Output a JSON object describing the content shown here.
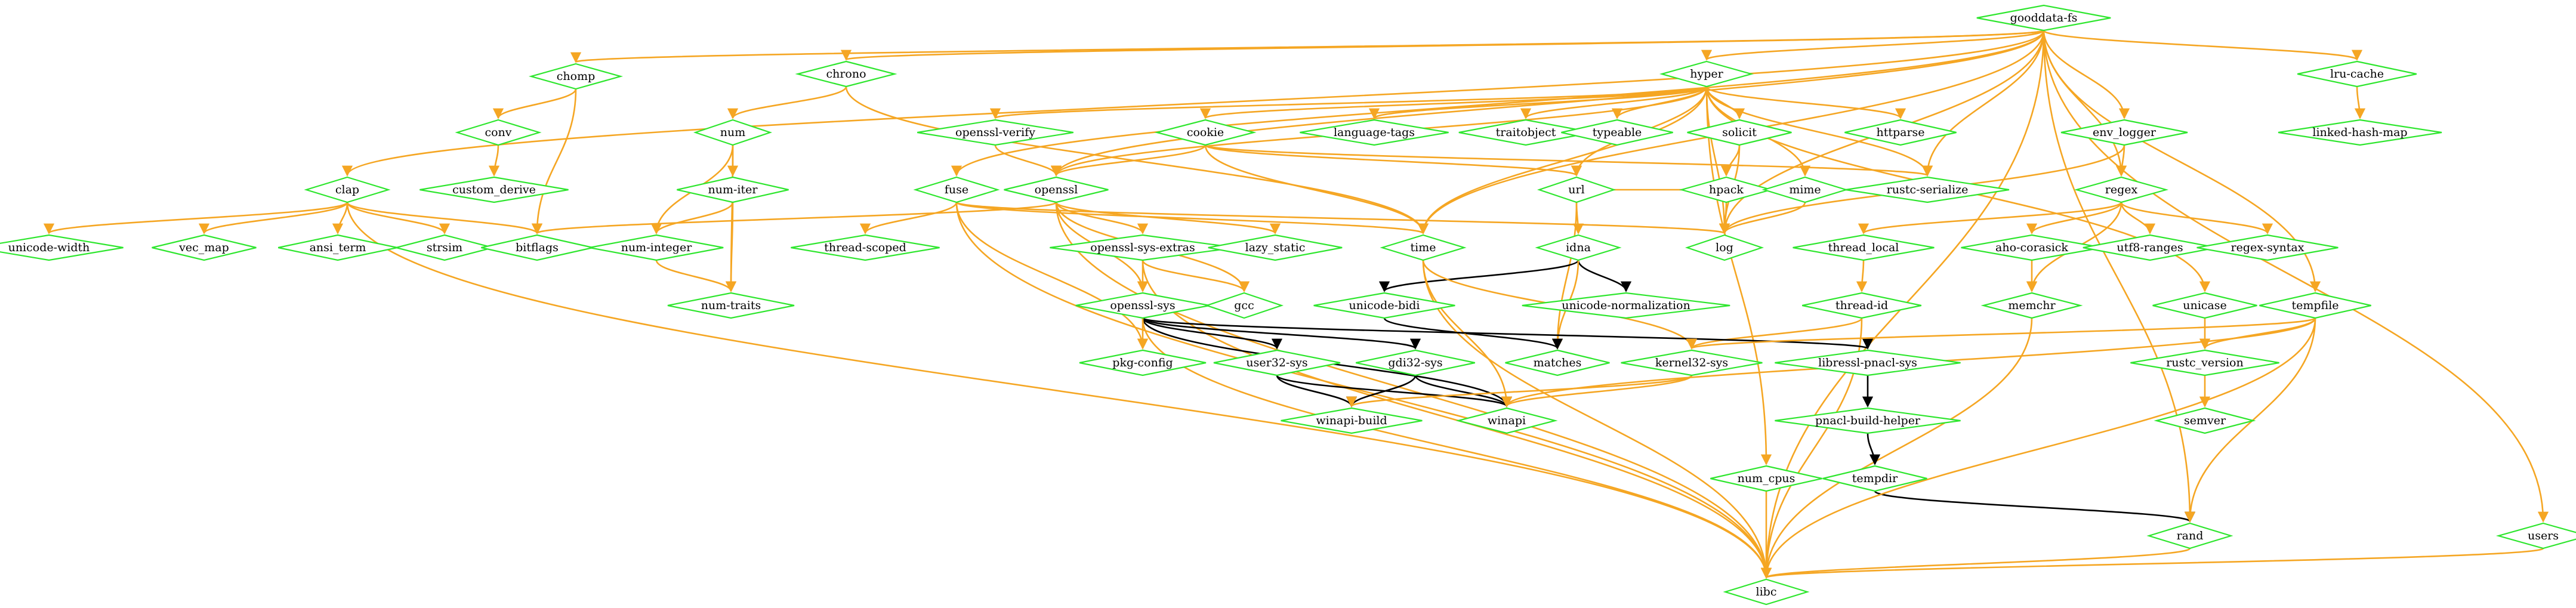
{
  "colors": {
    "node_stroke": "#2ee62e",
    "edge_orange": "#f5a623",
    "edge_black": "#000000"
  },
  "nodes": [
    {
      "id": "gooddata-fs",
      "label": "gooddata-fs"
    },
    {
      "id": "chomp",
      "label": "chomp"
    },
    {
      "id": "chrono",
      "label": "chrono"
    },
    {
      "id": "hyper",
      "label": "hyper"
    },
    {
      "id": "lru-cache",
      "label": "lru-cache"
    },
    {
      "id": "conv",
      "label": "conv"
    },
    {
      "id": "num",
      "label": "num"
    },
    {
      "id": "openssl-verify",
      "label": "openssl-verify"
    },
    {
      "id": "cookie",
      "label": "cookie"
    },
    {
      "id": "language-tags",
      "label": "language-tags"
    },
    {
      "id": "traitobject",
      "label": "traitobject"
    },
    {
      "id": "typeable",
      "label": "typeable"
    },
    {
      "id": "solicit",
      "label": "solicit"
    },
    {
      "id": "httparse",
      "label": "httparse"
    },
    {
      "id": "env_logger",
      "label": "env_logger"
    },
    {
      "id": "linked-hash-map",
      "label": "linked-hash-map"
    },
    {
      "id": "custom_derive",
      "label": "custom_derive"
    },
    {
      "id": "num-iter",
      "label": "num-iter"
    },
    {
      "id": "clap",
      "label": "clap"
    },
    {
      "id": "fuse",
      "label": "fuse"
    },
    {
      "id": "openssl",
      "label": "openssl"
    },
    {
      "id": "url",
      "label": "url"
    },
    {
      "id": "hpack",
      "label": "hpack"
    },
    {
      "id": "mime",
      "label": "mime"
    },
    {
      "id": "rustc-serialize",
      "label": "rustc-serialize"
    },
    {
      "id": "regex",
      "label": "regex"
    },
    {
      "id": "unicode-width",
      "label": "unicode-width"
    },
    {
      "id": "vec_map",
      "label": "vec_map"
    },
    {
      "id": "ansi_term",
      "label": "ansi_term"
    },
    {
      "id": "strsim",
      "label": "strsim"
    },
    {
      "id": "bitflags",
      "label": "bitflags"
    },
    {
      "id": "num-integer",
      "label": "num-integer"
    },
    {
      "id": "thread-scoped",
      "label": "thread-scoped"
    },
    {
      "id": "openssl-sys-extras",
      "label": "openssl-sys-extras"
    },
    {
      "id": "lazy_static",
      "label": "lazy_static"
    },
    {
      "id": "time",
      "label": "time"
    },
    {
      "id": "idna",
      "label": "idna"
    },
    {
      "id": "log",
      "label": "log"
    },
    {
      "id": "thread_local",
      "label": "thread_local"
    },
    {
      "id": "aho-corasick",
      "label": "aho-corasick"
    },
    {
      "id": "utf8-ranges",
      "label": "utf8-ranges"
    },
    {
      "id": "regex-syntax",
      "label": "regex-syntax"
    },
    {
      "id": "num-traits",
      "label": "num-traits"
    },
    {
      "id": "openssl-sys",
      "label": "openssl-sys"
    },
    {
      "id": "gcc",
      "label": "gcc"
    },
    {
      "id": "unicode-bidi",
      "label": "unicode-bidi"
    },
    {
      "id": "unicode-normalization",
      "label": "unicode-normalization"
    },
    {
      "id": "thread-id",
      "label": "thread-id"
    },
    {
      "id": "memchr",
      "label": "memchr"
    },
    {
      "id": "unicase",
      "label": "unicase"
    },
    {
      "id": "tempfile",
      "label": "tempfile"
    },
    {
      "id": "pkg-config",
      "label": "pkg-config"
    },
    {
      "id": "user32-sys",
      "label": "user32-sys"
    },
    {
      "id": "gdi32-sys",
      "label": "gdi32-sys"
    },
    {
      "id": "matches",
      "label": "matches"
    },
    {
      "id": "kernel32-sys",
      "label": "kernel32-sys"
    },
    {
      "id": "libressl-pnacl-sys",
      "label": "libressl-pnacl-sys"
    },
    {
      "id": "rustc_version",
      "label": "rustc_version"
    },
    {
      "id": "winapi-build",
      "label": "winapi-build"
    },
    {
      "id": "winapi",
      "label": "winapi"
    },
    {
      "id": "pnacl-build-helper",
      "label": "pnacl-build-helper"
    },
    {
      "id": "semver",
      "label": "semver"
    },
    {
      "id": "num_cpus",
      "label": "num_cpus"
    },
    {
      "id": "tempdir",
      "label": "tempdir"
    },
    {
      "id": "rand",
      "label": "rand"
    },
    {
      "id": "users",
      "label": "users"
    },
    {
      "id": "libc",
      "label": "libc"
    }
  ],
  "edges": [
    {
      "from": "gooddata-fs",
      "to": "chomp",
      "color": "orange"
    },
    {
      "from": "gooddata-fs",
      "to": "chrono",
      "color": "orange"
    },
    {
      "from": "gooddata-fs",
      "to": "hyper",
      "color": "orange"
    },
    {
      "from": "gooddata-fs",
      "to": "lru-cache",
      "color": "orange"
    },
    {
      "from": "gooddata-fs",
      "to": "clap",
      "color": "orange"
    },
    {
      "from": "gooddata-fs",
      "to": "fuse",
      "color": "orange"
    },
    {
      "from": "gooddata-fs",
      "to": "env_logger",
      "color": "orange"
    },
    {
      "from": "gooddata-fs",
      "to": "regex",
      "color": "orange"
    },
    {
      "from": "gooddata-fs",
      "to": "rustc-serialize",
      "color": "orange"
    },
    {
      "from": "gooddata-fs",
      "to": "log",
      "color": "orange"
    },
    {
      "from": "gooddata-fs",
      "to": "tempfile",
      "color": "orange"
    },
    {
      "from": "gooddata-fs",
      "to": "rand",
      "color": "orange"
    },
    {
      "from": "gooddata-fs",
      "to": "users",
      "color": "orange"
    },
    {
      "from": "gooddata-fs",
      "to": "libc",
      "color": "orange"
    },
    {
      "from": "gooddata-fs",
      "to": "openssl",
      "color": "orange"
    },
    {
      "from": "gooddata-fs",
      "to": "time",
      "color": "orange"
    },
    {
      "from": "chomp",
      "to": "conv",
      "color": "orange"
    },
    {
      "from": "chomp",
      "to": "bitflags",
      "color": "orange"
    },
    {
      "from": "conv",
      "to": "custom_derive",
      "color": "orange"
    },
    {
      "from": "chrono",
      "to": "num",
      "color": "orange"
    },
    {
      "from": "chrono",
      "to": "time",
      "color": "orange"
    },
    {
      "from": "num",
      "to": "num-iter",
      "color": "orange"
    },
    {
      "from": "num",
      "to": "num-integer",
      "color": "orange"
    },
    {
      "from": "num",
      "to": "num-traits",
      "color": "orange"
    },
    {
      "from": "num-iter",
      "to": "num-integer",
      "color": "orange"
    },
    {
      "from": "num-iter",
      "to": "num-traits",
      "color": "orange"
    },
    {
      "from": "num-integer",
      "to": "num-traits",
      "color": "orange"
    },
    {
      "from": "hyper",
      "to": "openssl-verify",
      "color": "orange"
    },
    {
      "from": "hyper",
      "to": "cookie",
      "color": "orange"
    },
    {
      "from": "hyper",
      "to": "language-tags",
      "color": "orange"
    },
    {
      "from": "hyper",
      "to": "traitobject",
      "color": "orange"
    },
    {
      "from": "hyper",
      "to": "typeable",
      "color": "orange"
    },
    {
      "from": "hyper",
      "to": "solicit",
      "color": "orange"
    },
    {
      "from": "hyper",
      "to": "httparse",
      "color": "orange"
    },
    {
      "from": "hyper",
      "to": "url",
      "color": "orange"
    },
    {
      "from": "hyper",
      "to": "mime",
      "color": "orange"
    },
    {
      "from": "hyper",
      "to": "rustc-serialize",
      "color": "orange"
    },
    {
      "from": "hyper",
      "to": "log",
      "color": "orange"
    },
    {
      "from": "hyper",
      "to": "time",
      "color": "orange"
    },
    {
      "from": "hyper",
      "to": "openssl",
      "color": "orange"
    },
    {
      "from": "hyper",
      "to": "num_cpus",
      "color": "orange"
    },
    {
      "from": "hyper",
      "to": "unicase",
      "color": "orange"
    },
    {
      "from": "lru-cache",
      "to": "linked-hash-map",
      "color": "orange"
    },
    {
      "from": "openssl-verify",
      "to": "openssl",
      "color": "orange"
    },
    {
      "from": "cookie",
      "to": "openssl",
      "color": "orange"
    },
    {
      "from": "cookie",
      "to": "url",
      "color": "orange"
    },
    {
      "from": "cookie",
      "to": "time",
      "color": "orange"
    },
    {
      "from": "cookie",
      "to": "rustc-serialize",
      "color": "orange"
    },
    {
      "from": "solicit",
      "to": "hpack",
      "color": "orange"
    },
    {
      "from": "solicit",
      "to": "log",
      "color": "orange"
    },
    {
      "from": "hpack",
      "to": "log",
      "color": "orange"
    },
    {
      "from": "mime",
      "to": "log",
      "color": "orange"
    },
    {
      "from": "env_logger",
      "to": "regex",
      "color": "orange"
    },
    {
      "from": "env_logger",
      "to": "log",
      "color": "orange"
    },
    {
      "from": "regex",
      "to": "thread_local",
      "color": "orange"
    },
    {
      "from": "regex",
      "to": "aho-corasick",
      "color": "orange"
    },
    {
      "from": "regex",
      "to": "utf8-ranges",
      "color": "orange"
    },
    {
      "from": "regex",
      "to": "regex-syntax",
      "color": "orange"
    },
    {
      "from": "regex",
      "to": "memchr",
      "color": "orange"
    },
    {
      "from": "clap",
      "to": "unicode-width",
      "color": "orange"
    },
    {
      "from": "clap",
      "to": "vec_map",
      "color": "orange"
    },
    {
      "from": "clap",
      "to": "ansi_term",
      "color": "orange"
    },
    {
      "from": "clap",
      "to": "strsim",
      "color": "orange"
    },
    {
      "from": "clap",
      "to": "bitflags",
      "color": "orange"
    },
    {
      "from": "clap",
      "to": "libc",
      "color": "orange"
    },
    {
      "from": "fuse",
      "to": "thread-scoped",
      "color": "orange"
    },
    {
      "from": "fuse",
      "to": "time",
      "color": "orange"
    },
    {
      "from": "fuse",
      "to": "log",
      "color": "orange"
    },
    {
      "from": "fuse",
      "to": "pkg-config",
      "color": "orange"
    },
    {
      "from": "fuse",
      "to": "libc",
      "color": "orange"
    },
    {
      "from": "openssl",
      "to": "bitflags",
      "color": "orange"
    },
    {
      "from": "openssl",
      "to": "openssl-sys-extras",
      "color": "orange"
    },
    {
      "from": "openssl",
      "to": "lazy_static",
      "color": "orange"
    },
    {
      "from": "openssl",
      "to": "openssl-sys",
      "color": "orange"
    },
    {
      "from": "openssl",
      "to": "gcc",
      "color": "orange"
    },
    {
      "from": "openssl",
      "to": "libc",
      "color": "orange"
    },
    {
      "from": "openssl-sys-extras",
      "to": "openssl-sys",
      "color": "orange"
    },
    {
      "from": "openssl-sys-extras",
      "to": "gcc",
      "color": "orange"
    },
    {
      "from": "openssl-sys-extras",
      "to": "libc",
      "color": "orange"
    },
    {
      "from": "url",
      "to": "idna",
      "color": "orange"
    },
    {
      "from": "url",
      "to": "matches",
      "color": "orange"
    },
    {
      "from": "url",
      "to": "rustc-serialize",
      "color": "orange"
    },
    {
      "from": "idna",
      "to": "unicode-bidi",
      "color": "black"
    },
    {
      "from": "idna",
      "to": "unicode-normalization",
      "color": "black"
    },
    {
      "from": "idna",
      "to": "matches",
      "color": "orange"
    },
    {
      "from": "unicode-bidi",
      "to": "matches",
      "color": "black"
    },
    {
      "from": "time",
      "to": "kernel32-sys",
      "color": "orange"
    },
    {
      "from": "time",
      "to": "winapi",
      "color": "orange"
    },
    {
      "from": "time",
      "to": "libc",
      "color": "orange"
    },
    {
      "from": "thread_local",
      "to": "thread-id",
      "color": "orange"
    },
    {
      "from": "thread-id",
      "to": "kernel32-sys",
      "color": "orange"
    },
    {
      "from": "thread-id",
      "to": "libc",
      "color": "orange"
    },
    {
      "from": "aho-corasick",
      "to": "memchr",
      "color": "orange"
    },
    {
      "from": "memchr",
      "to": "libc",
      "color": "orange"
    },
    {
      "from": "openssl-sys",
      "to": "pkg-config",
      "color": "orange"
    },
    {
      "from": "openssl-sys",
      "to": "user32-sys",
      "color": "black"
    },
    {
      "from": "openssl-sys",
      "to": "gdi32-sys",
      "color": "black"
    },
    {
      "from": "openssl-sys",
      "to": "libressl-pnacl-sys",
      "color": "black"
    },
    {
      "from": "openssl-sys",
      "to": "winapi",
      "color": "black"
    },
    {
      "from": "openssl-sys",
      "to": "libc",
      "color": "orange"
    },
    {
      "from": "user32-sys",
      "to": "winapi-build",
      "color": "black"
    },
    {
      "from": "user32-sys",
      "to": "winapi",
      "color": "black"
    },
    {
      "from": "gdi32-sys",
      "to": "winapi-build",
      "color": "black"
    },
    {
      "from": "gdi32-sys",
      "to": "winapi",
      "color": "black"
    },
    {
      "from": "kernel32-sys",
      "to": "winapi-build",
      "color": "orange"
    },
    {
      "from": "kernel32-sys",
      "to": "winapi",
      "color": "orange"
    },
    {
      "from": "libressl-pnacl-sys",
      "to": "pnacl-build-helper",
      "color": "black"
    },
    {
      "from": "pnacl-build-helper",
      "to": "tempdir",
      "color": "black"
    },
    {
      "from": "tempdir",
      "to": "rand",
      "color": "black"
    },
    {
      "from": "unicase",
      "to": "rustc_version",
      "color": "orange"
    },
    {
      "from": "rustc_version",
      "to": "semver",
      "color": "orange"
    },
    {
      "from": "tempfile",
      "to": "rustc_version",
      "color": "orange"
    },
    {
      "from": "tempfile",
      "to": "kernel32-sys",
      "color": "orange"
    },
    {
      "from": "tempfile",
      "to": "winapi",
      "color": "orange"
    },
    {
      "from": "tempfile",
      "to": "rand",
      "color": "orange"
    },
    {
      "from": "tempfile",
      "to": "libc",
      "color": "orange"
    },
    {
      "from": "num_cpus",
      "to": "libc",
      "color": "orange"
    },
    {
      "from": "rand",
      "to": "libc",
      "color": "orange"
    },
    {
      "from": "users",
      "to": "libc",
      "color": "orange"
    }
  ]
}
